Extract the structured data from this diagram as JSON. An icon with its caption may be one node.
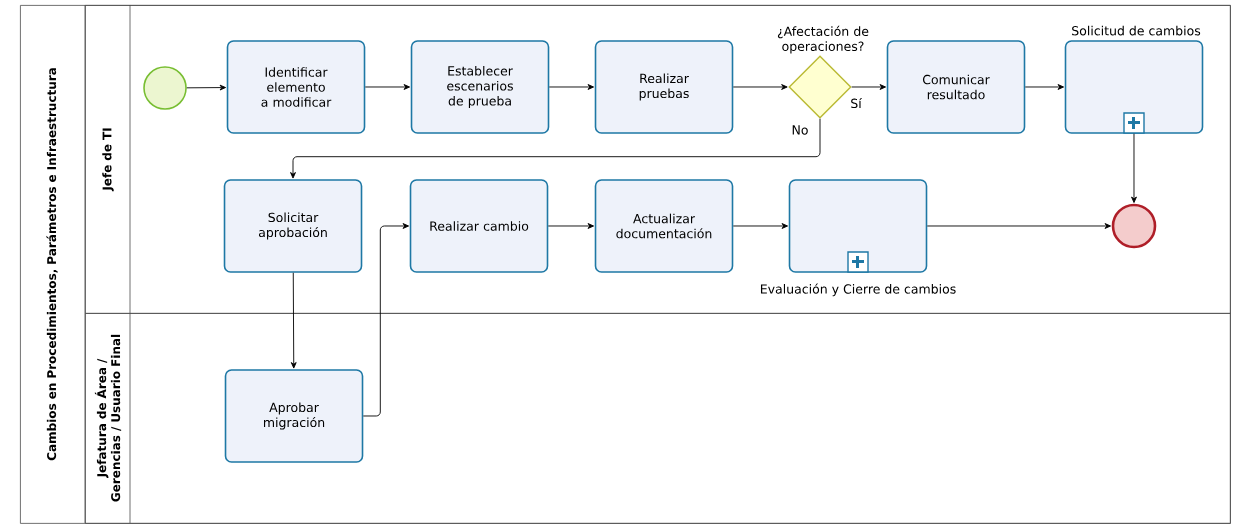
{
  "diagram": {
    "nodes": [
      {
        "text": [
          "Cambios en Procedimientos, Parámetros e Infraestructura"
        ]
      },
      {
        "text": [
          "Jefe de TI"
        ],
        "in": 0
      },
      {
        "text": [
          "Jefatura de Área / Gerencias / Usuario Final"
        ],
        "in": 0
      },
      {
        "text": [],
        "shape": "circle",
        "in": 1
      },
      {
        "text": [
          "Identificar elemento a modificar"
        ],
        "in": 1
      },
      {
        "text": [
          "Establecer escenarios de prueba"
        ],
        "in": 1
      },
      {
        "text": [
          "Realizar pruebas"
        ],
        "in": 1
      },
      {
        "text": [
          "¿Afectación de operaciones?"
        ],
        "in": 1
      },
      {
        "text": [
          "Comunicar resultado"
        ],
        "in": 1
      },
      {
        "text": [
          "Solicitud de cambios"
        ],
        "in": 1
      },
      {
        "text": [
          "Solicitar aprobación"
        ],
        "in": 1
      },
      {
        "text": [
          "Realizar cambio"
        ],
        "in": 1
      },
      {
        "text": [
          "Actualizar documentación"
        ],
        "in": 1
      },
      {
        "text": [
          "Evaluación y Cierre de cambios"
        ],
        "in": 1
      },
      {
        "text": [],
        "shape": "circle",
        "in": 1
      },
      {
        "text": [
          "Aprobar migración"
        ],
        "in": 2
      }
    ],
    "edges": [
      {
        "from": 3,
        "to": 4,
        "arrow": "to"
      },
      {
        "from": 4,
        "to": 5,
        "arrow": "to"
      },
      {
        "from": 5,
        "to": 6,
        "arrow": "to"
      },
      {
        "from": 6,
        "to": 7,
        "arrow": "to"
      },
      {
        "from": 7,
        "to": 8,
        "arrow": "to",
        "label": "Sí"
      },
      {
        "from": 7,
        "to": 10,
        "arrow": "to",
        "label": "No"
      },
      {
        "from": 8,
        "to": 9,
        "arrow": "to"
      },
      {
        "from": 9,
        "to": 14,
        "arrow": "to"
      },
      {
        "from": 10,
        "to": 15,
        "arrow": "to"
      },
      {
        "from": 15,
        "to": 11,
        "arrow": "to"
      },
      {
        "from": 11,
        "to": 12,
        "arrow": "to"
      },
      {
        "from": 12,
        "to": 13,
        "arrow": "to"
      },
      {
        "from": 13,
        "to": 14,
        "arrow": "to"
      }
    ]
  }
}
